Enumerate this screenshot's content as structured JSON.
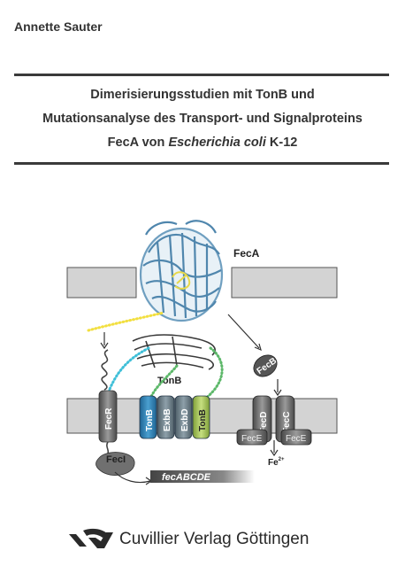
{
  "author": "Annette Sauter",
  "title": {
    "line1": "Dimerisierungsstudien mit TonB und",
    "line2": "Mutationsanalyse des Transport- und Signalproteins",
    "line3_prefix": "FecA von ",
    "line3_italic": "Escherichia coli",
    "line3_suffix": " K-12"
  },
  "figure": {
    "labels": {
      "feca": "FecA",
      "tonb_top": "TonB",
      "fecr": "FecR",
      "tonb": "TonB",
      "exbb": "ExbB",
      "exbd": "ExbD",
      "tonb2": "TonB",
      "fecb": "FecB",
      "fecd": "FecD",
      "fecc": "FecC",
      "fece1": "FecE",
      "fece2": "FecE",
      "feci": "FecI",
      "genes": "fecABCDE",
      "fe": "Fe",
      "fe_sup": "2+"
    },
    "colors": {
      "membrane": "#d3d3d3",
      "tonb_blue": "#2f7fb0",
      "exb_gray": "#6f7f88",
      "tonb_green": "#a9c85a",
      "dark_gray": "#6e6e6e",
      "feca_blue": "#5b8fb5",
      "dots_yellow": "#f2df3f",
      "dots_cyan": "#3fbfd8",
      "dots_green": "#5db86a"
    }
  },
  "publisher": {
    "name": "Cuvillier Verlag Göttingen",
    "logo_icon": "cuvillier-logo-icon"
  }
}
